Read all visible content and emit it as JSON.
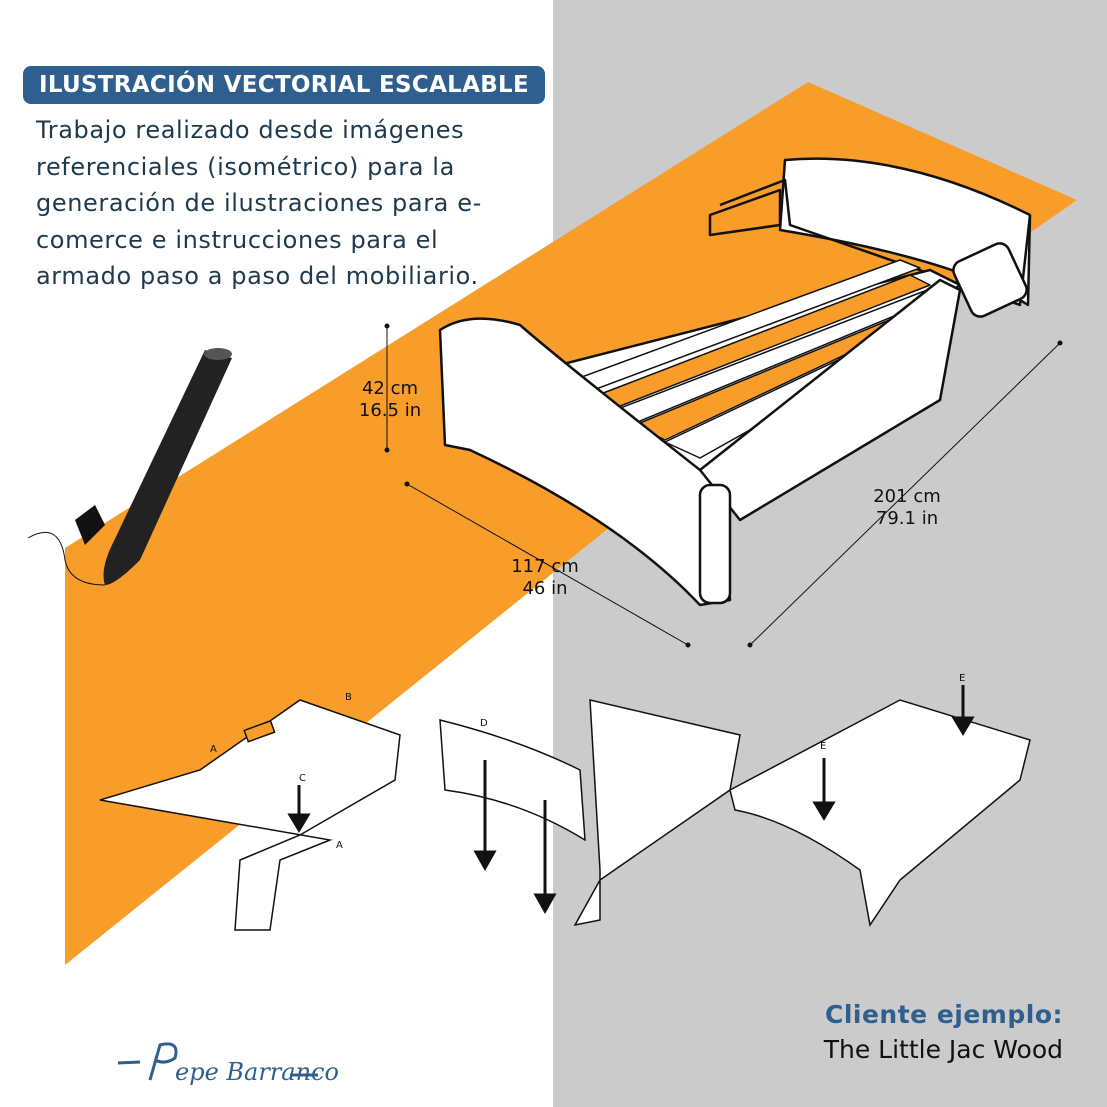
{
  "header": {
    "badge": "ILUSTRACIÓN VECTORIAL ESCALABLE"
  },
  "description": "Trabajo realizado desde imágenes referenciales (isométrico) para la generación de ilustraciones para e-comerce e instrucciones para el armado paso a paso del mobiliario.",
  "dimensions": {
    "height": {
      "cm": "42 cm",
      "in": "16.5 in"
    },
    "width": {
      "cm": "117 cm",
      "in": "46 in"
    },
    "length": {
      "cm": "201 cm",
      "in": "79.1 in"
    }
  },
  "assembly_labels": {
    "a1": "A",
    "a2": "A",
    "b": "B",
    "c": "C",
    "d": "D",
    "e1": "E",
    "e2": "E"
  },
  "client": {
    "title": "Cliente ejemplo:",
    "name": "The Little Jac Wood"
  },
  "signature": "Pepe Barranco",
  "colors": {
    "accent": "#2f5f8f",
    "orange": "#f89c2a",
    "gray": "#cbcbcb"
  }
}
